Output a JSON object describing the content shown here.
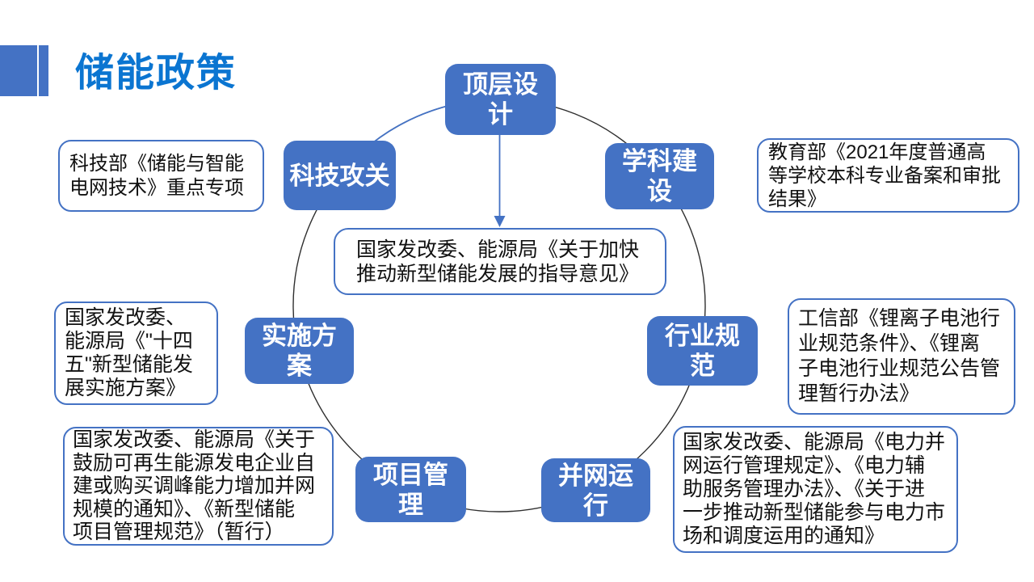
{
  "slide": {
    "title": "储能政策",
    "accent_color": "#4472C4",
    "title_color": "#0B75D1",
    "circle_color": "#2f2f2f",
    "highlight_color": "#4472C4"
  },
  "diagram": {
    "center_note": "国家发改委、能源局《关于加快\n推动新型储能发展的指导意见》",
    "nodes": [
      {
        "id": "dingceng",
        "label": "顶层设\n计"
      },
      {
        "id": "xueke",
        "label": "学科建\n设"
      },
      {
        "id": "hangye",
        "label": "行业规\n范"
      },
      {
        "id": "bingwang",
        "label": "并网运\n行"
      },
      {
        "id": "xiangmu",
        "label": "项目管\n理"
      },
      {
        "id": "shishi",
        "label": "实施方\n案"
      },
      {
        "id": "keji",
        "label": "科技攻关"
      }
    ],
    "callouts": [
      {
        "id": "keji-policy",
        "text": "科技部《储能与智能\n电网技术》重点专项"
      },
      {
        "id": "jiaoyu-policy",
        "text": "教育部《2021年度普通高\n等学校本科专业备案和审批\n结果》"
      },
      {
        "id": "gongxin-policy",
        "text": "工信部《锂离子电池行\n业规范条件》、《锂离\n子电池行业规范公告管\n理暂行办法》"
      },
      {
        "id": "shisiwu-policy",
        "text": "国家发改委、\n能源局《\"十四\n五\"新型储能发\n展实施方案》"
      },
      {
        "id": "guli-policy",
        "text": "国家发改委、能源局《关于\n鼓励可再生能源发电企业自\n建或购买调峰能力增加并网\n规模的通知》、《新型储能\n项目管理规范》（暂行）"
      },
      {
        "id": "dianli-policy",
        "text": "国家发改委、能源局《电力并\n网运行管理规定》、《电力辅\n助服务管理办法》、《关于进\n一步推动新型储能参与电力市\n场和调度运用的通知》"
      }
    ]
  }
}
